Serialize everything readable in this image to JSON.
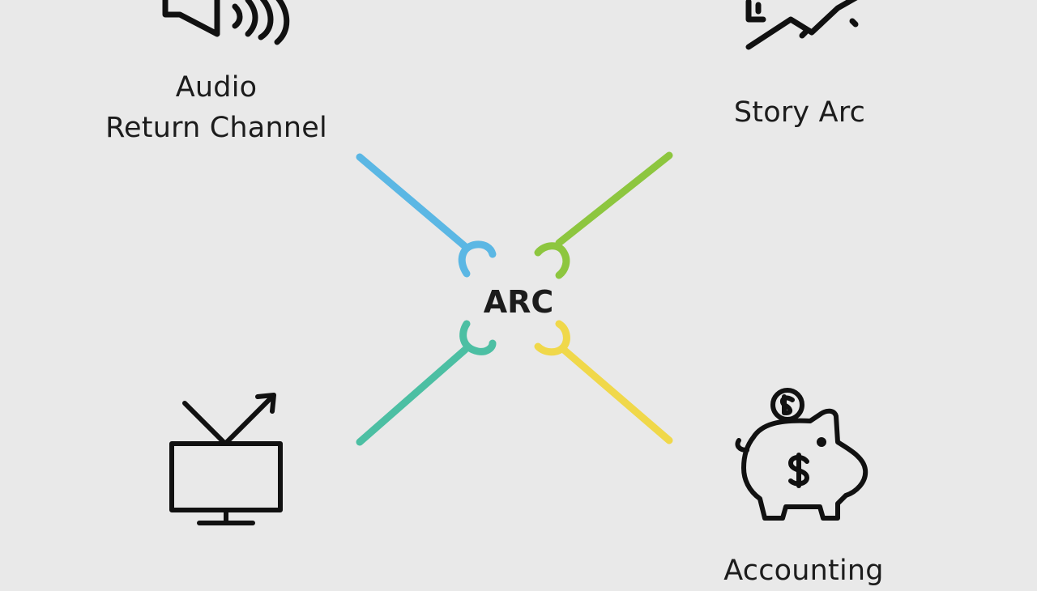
{
  "center": {
    "label": "ARC"
  },
  "branches": [
    {
      "id": "audio",
      "lines": [
        "Audio",
        "Return Channel"
      ],
      "icon": "speaker-sound-icon",
      "color": "#5bb7e4"
    },
    {
      "id": "story",
      "lines": [
        "Story Arc"
      ],
      "icon": "story-arc-chart-icon",
      "color": "#8dc63f"
    },
    {
      "id": "tv",
      "lines": [],
      "icon": "tv-antenna-icon",
      "color": "#4cbfa3"
    },
    {
      "id": "accounting",
      "lines": [
        "Accounting"
      ],
      "icon": "piggy-bank-dollar-icon",
      "color": "#f0d84a"
    }
  ]
}
